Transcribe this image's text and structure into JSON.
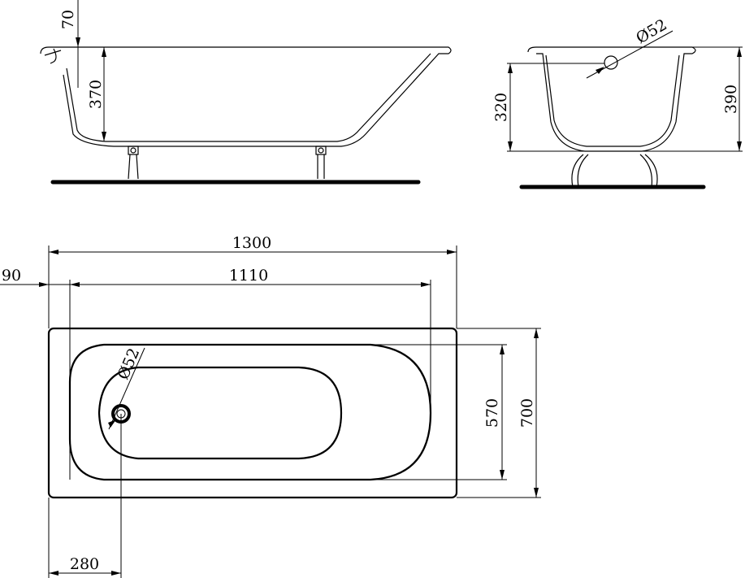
{
  "side_view": {
    "rim_offset": "70",
    "depth": "370"
  },
  "end_view": {
    "drain_diameter": "Ø52",
    "inner_depth": "320",
    "total_height": "390"
  },
  "plan_view": {
    "overall_length": "1300",
    "inner_length": "1110",
    "rim_offset": "90",
    "drain_diameter": "Ø52",
    "inner_width": "570",
    "overall_width": "700",
    "drain_position": "280"
  }
}
